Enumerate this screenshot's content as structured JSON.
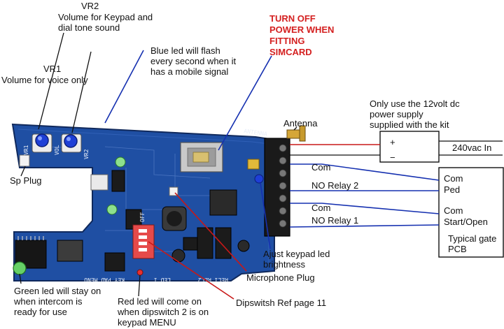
{
  "labels": {
    "vr2_title": "VR2",
    "vr2_line1": "Volume for Keypad and",
    "vr2_line2": "dial tone sound",
    "vr1_title": "VR1",
    "vr1_line1": "Volume for voice only",
    "blue_led_line1": "Blue led will flash",
    "blue_led_line2": "every second when  it",
    "blue_led_line3": "has a mobile signal",
    "warning_line1": "TURN OFF",
    "warning_line2": "POWER WHEN",
    "warning_line3": "FITTING",
    "warning_line4": "SIMCARD",
    "psu_line1": "Only use the 12volt dc",
    "psu_line2": "power supply",
    "psu_line3": "supplied with the kit",
    "antenna": "Antenna",
    "plus": "+",
    "minus": "−",
    "mains": "240vac In",
    "com_1": "Com",
    "no_relay_2": "NO  Relay 2",
    "com_2": "Com",
    "no_relay_1": "NO  Relay 1",
    "gate_com_ped": "Com",
    "gate_ped": "Ped",
    "gate_com_start": "Com",
    "gate_start_open": "Start/Open",
    "gate_pcb_line1": "Typical gate",
    "gate_pcb_line2": "PCB",
    "sp_plug": "Sp Plug",
    "adjust_led_line1": "Ajust keypad led",
    "adjust_led_line2": "brightness",
    "microphone_plug": "Microphone Plug",
    "green_led_line1": "Green led will stay on",
    "green_led_line2": "when intercom is",
    "green_led_line3": "ready for use",
    "red_led_line1": "Red led will come on",
    "red_led_line2": "when dipswitch 2 is on",
    "red_led_line3": "keypad MENU",
    "dipswitch_ref": "Dipswitsh  Ref page 11"
  },
  "silkscreen": {
    "vr1": "VR1",
    "vol": "VOL",
    "vr2": "VR2",
    "antenna": "ANTENNA",
    "menu": "KEY PAD MENU",
    "led1": "LED 1",
    "rel": "REL1 REL2",
    "off": "OFF"
  },
  "colors": {
    "pcb": "#1f4fa3",
    "pcb_dark": "#173c82",
    "warning": "#d42020",
    "wire_blue": "#1530b0",
    "wire_red": "#c81818",
    "dipswitch": "#e64a4a"
  }
}
